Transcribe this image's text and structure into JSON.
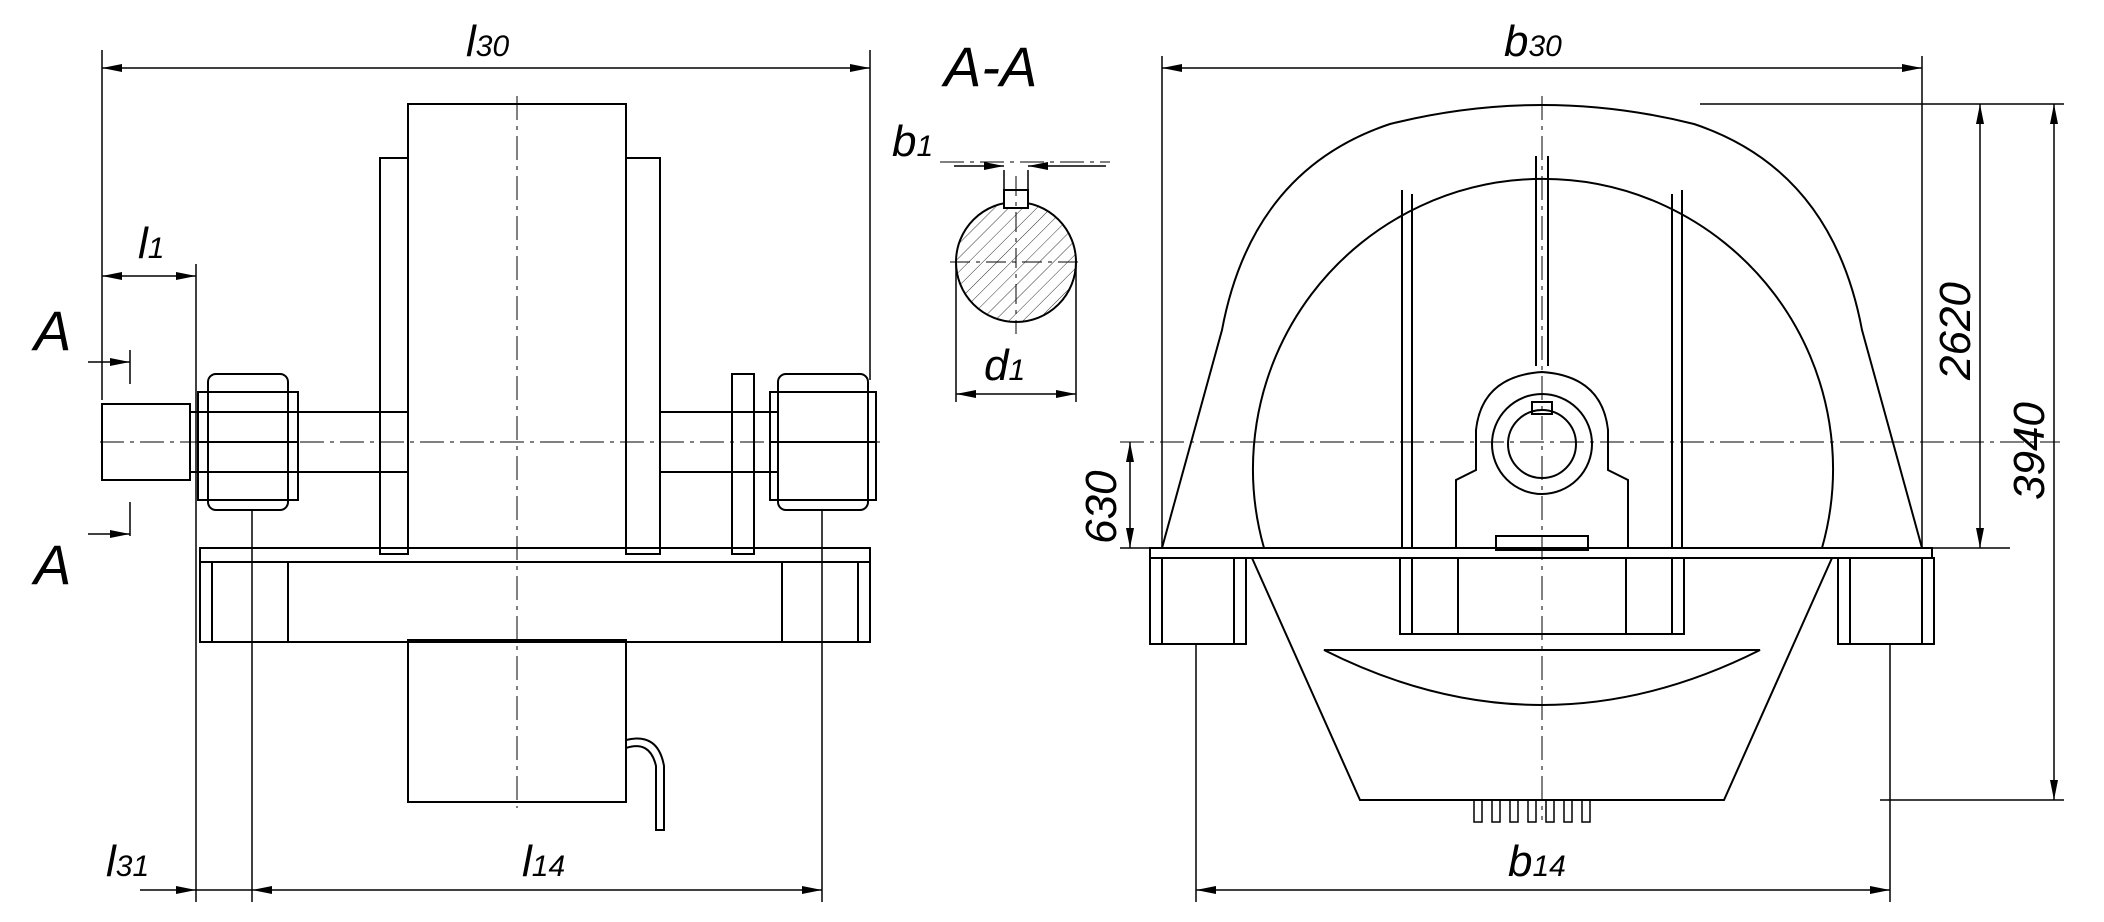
{
  "labels": {
    "section_mark_top": "A",
    "section_mark_bottom": "A",
    "section_title": "A-A",
    "l30": {
      "main": "l",
      "sub": "30"
    },
    "l1": {
      "main": "l",
      "sub": "1"
    },
    "l31": {
      "main": "l",
      "sub": "31"
    },
    "l14": {
      "main": "l",
      "sub": "14"
    },
    "b1": {
      "main": "b",
      "sub": "1"
    },
    "d1": {
      "main": "d",
      "sub": "1"
    },
    "b30": {
      "main": "b",
      "sub": "30"
    },
    "b14": {
      "main": "b",
      "sub": "14"
    },
    "h630": "630",
    "h2620": "2620",
    "h3940": "3940"
  },
  "colors": {
    "line": "#000000",
    "background": "#ffffff"
  }
}
